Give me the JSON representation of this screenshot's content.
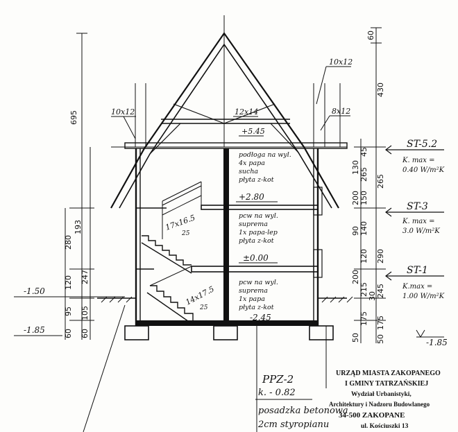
{
  "overall_height": "695",
  "roof": {
    "rafter_left": "10x12",
    "rafter_right": "10x12",
    "beam": "12x14",
    "beam_right": "8x12",
    "level": "+5.45",
    "ridge_dim": "430",
    "top_dim": "60"
  },
  "rooms": {
    "upper_note": [
      "podłoga na wyl.",
      "4x papa",
      "sucha",
      "płyta z-kot"
    ],
    "middle_note": [
      "pcw na wyl.",
      "suprema",
      "1x papa-lep",
      "płyta z-kot"
    ],
    "lower_note": [
      "pcw na wyl.",
      "suprema",
      "1x papa",
      "płyta z-kot"
    ]
  },
  "levels": {
    "upper": "+2.80",
    "zero": "±0.00",
    "basement": "-2.45",
    "ground_left": "-1.50",
    "foundation_left": "-1.85",
    "foundation_right": "-1.85"
  },
  "stairs": {
    "upper_flight": "17x16.5",
    "upper_flight_count": "25",
    "lower_flight": "14x17.5",
    "lower_flight_count": "25"
  },
  "left_dims": [
    "193",
    "280",
    "247",
    "120",
    "95",
    "60",
    "105",
    "60"
  ],
  "right_inner_dims": [
    "45",
    "265",
    "130",
    "150",
    "200",
    "140",
    "90",
    "120",
    "200",
    "215",
    "175",
    "50"
  ],
  "right_outer_dims": [
    "430",
    "265",
    "290",
    "245",
    "30",
    "175",
    "50"
  ],
  "ceiling_labels": [
    {
      "id": "ST-5.2",
      "kmax": "K. max =",
      "value": "0.40 W/m²K"
    },
    {
      "id": "ST-3",
      "kmax": "K. max =",
      "value": "3.0 W/m²K"
    },
    {
      "id": "ST-1",
      "kmax": "K.max =",
      "value": "1.00 W/m²K"
    }
  ],
  "notes": {
    "ppz": "PPZ-2",
    "kvalue": "k. - 0.82",
    "floor1": "posadzka betonowa",
    "floor2": "2cm styropianu"
  },
  "stamp": {
    "line1": "URZĄD MIASTA ZAKOPANEGO",
    "line2": "I GMINY TATRZAŃSKIEJ",
    "line3": "Wydział Urbanistyki,",
    "line4": "Architektury i Nadzoru Budowlanego",
    "line5": "34-500 ZAKOPANE",
    "line6": "ul. Kościuszki 13"
  }
}
